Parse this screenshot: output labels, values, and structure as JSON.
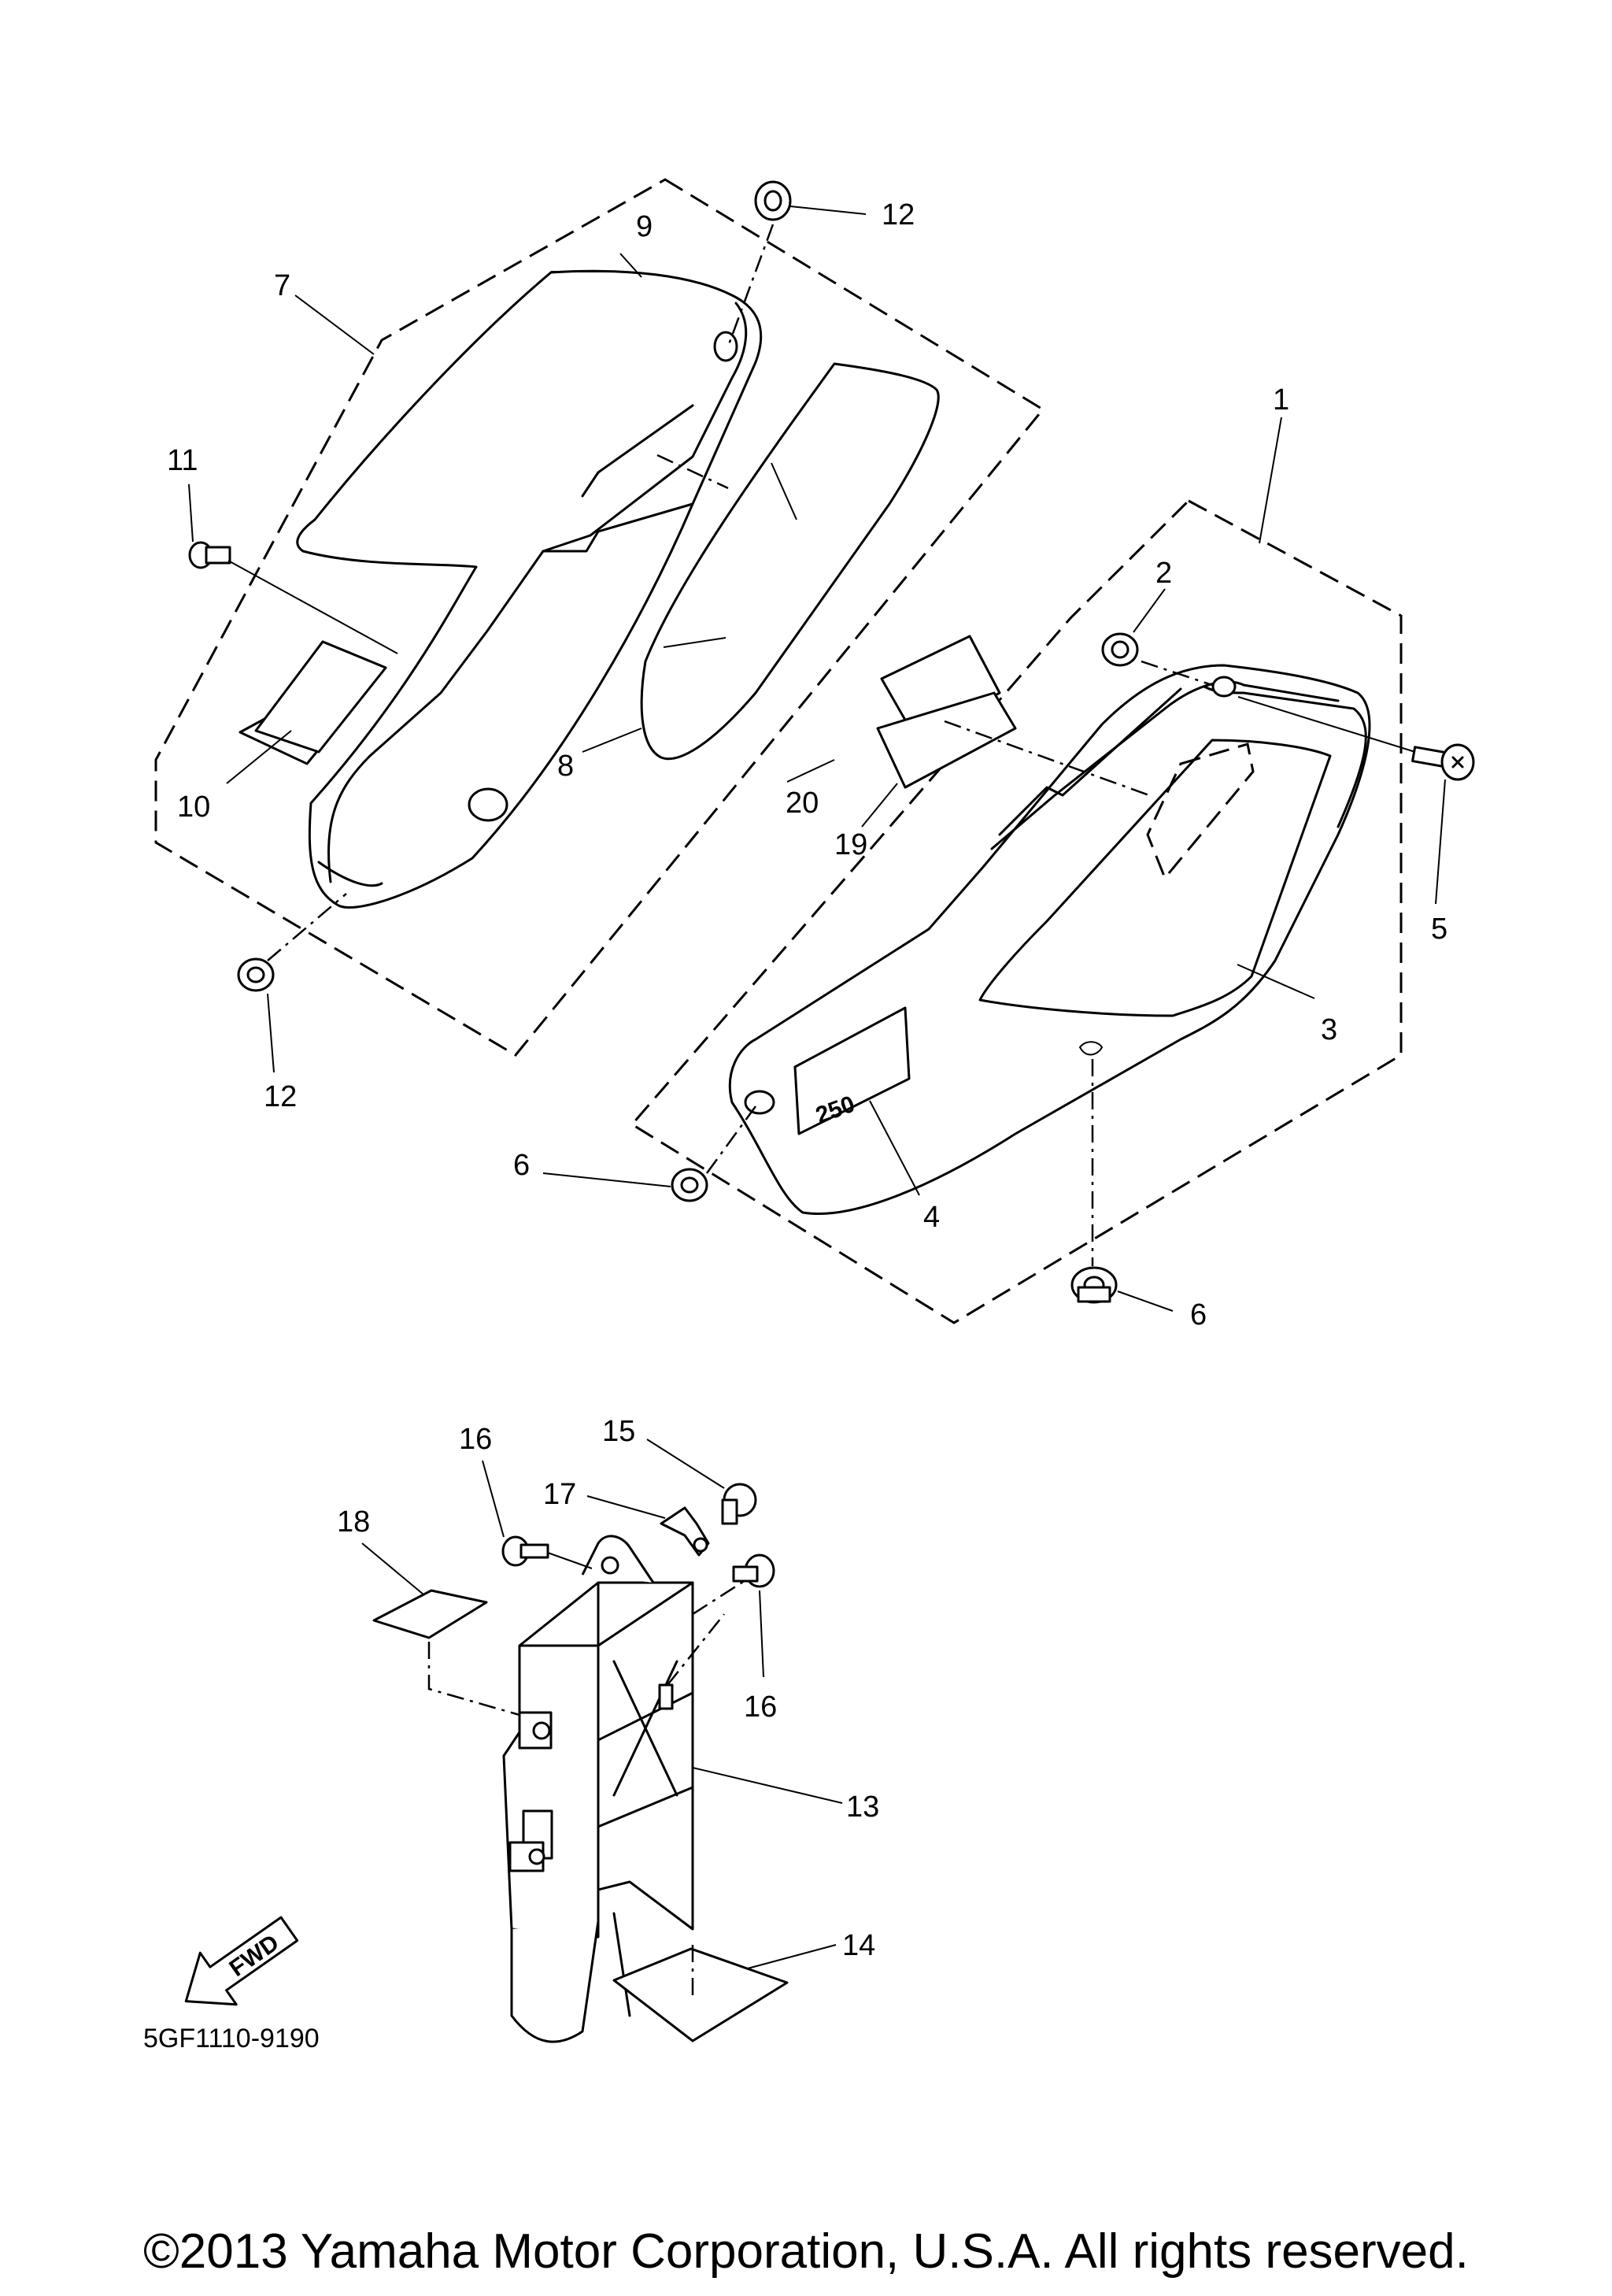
{
  "diagram_code": "5GF1110-9190",
  "copyright": "©2013 Yamaha Motor Corporation, U.S.A. All rights reserved.",
  "fwd_label": "FWD",
  "badge_text": "250",
  "callouts": {
    "c1": "1",
    "c2": "2",
    "c3": "3",
    "c4": "4",
    "c5": "5",
    "c6a": "6",
    "c6b": "6",
    "c7": "7",
    "c8": "8",
    "c9": "9",
    "c10": "10",
    "c11": "11",
    "c12a": "12",
    "c12b": "12",
    "c13": "13",
    "c14": "14",
    "c15": "15",
    "c16a": "16",
    "c16b": "16",
    "c17": "17",
    "c18": "18",
    "c19": "19",
    "c20": "20"
  }
}
